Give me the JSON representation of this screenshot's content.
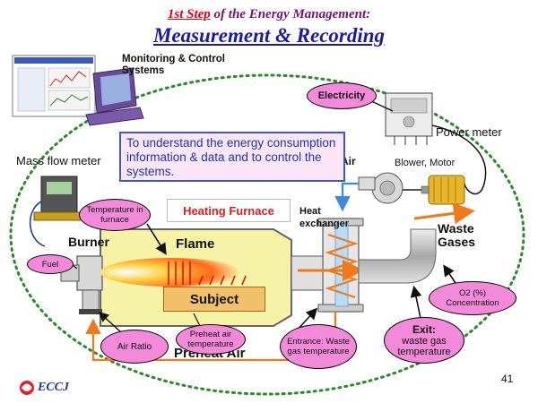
{
  "title": {
    "step": "1st Step",
    "step_rest": " of the Energy Management:",
    "main": "Measurement & Recording"
  },
  "labels": {
    "monitoring": "Monitoring & Control Systems",
    "mass_flow_meter": "Mass flow meter",
    "power_meter": "Power meter",
    "air": "Air",
    "blower_motor": "Blower,  Motor",
    "heat_exchanger": "Heat exchanger",
    "burner": "Burner",
    "flame": "Flame",
    "waste_gases": "Waste Gases",
    "preheat_air": "Preheat Air",
    "heating_furnace": "Heating Furnace",
    "subject": "Subject"
  },
  "info_box": "To understand the  energy consumption information & data and  to control the systems.",
  "bubbles": {
    "electricity": "Electricity",
    "temperature_furnace": "Temperature in furnace",
    "fuel": "Fuel",
    "air_ratio": "Air Ratio",
    "preheat_air_temp": "Preheat air temperature",
    "entrance": "Entrance: Waste gas temperature",
    "exit_title": "Exit:",
    "exit_body": "waste gas temperature",
    "o2": "O2 (%) Concentration"
  },
  "footer": {
    "logo": "ECCJ",
    "page_number": "41"
  },
  "colors": {
    "title_purple": "#7a1070",
    "title_red": "#e0001a",
    "title_blue": "#1a1aa6",
    "bubble_pink": "#f28ad9",
    "info_text": "#1a36b0",
    "furnace_fill": "#f7f3a6",
    "dotted_green": "#2a8a2a"
  }
}
